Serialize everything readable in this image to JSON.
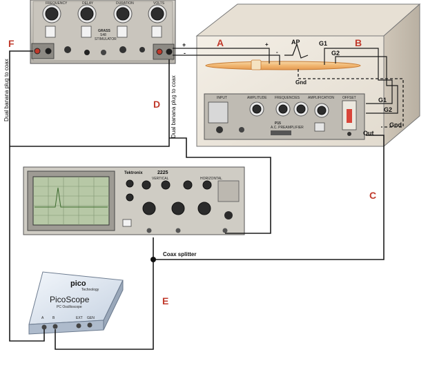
{
  "labels": {
    "A": "A",
    "B": "B",
    "C": "C",
    "D": "D",
    "E": "E",
    "F": "F"
  },
  "signals": {
    "ap": "AP",
    "g1": "G1",
    "g2": "G2",
    "gnd": "Gnd",
    "plus": "+",
    "minus": "-",
    "out": "Out"
  },
  "annotations": {
    "left_cable": "Dual banana plug to coax",
    "right_cable": "Dual banana plug to coax",
    "splitter": "Coax splitter"
  },
  "stimulator": {
    "brand": "GRASS",
    "model": "S48",
    "type": "STIMULATOR",
    "knob_labels": [
      "FREQUENCY",
      "DELAY",
      "DURATION",
      "VOLTS"
    ]
  },
  "amplifier": {
    "section_labels": [
      "INPUT",
      "AMPLITUDE",
      "FREQUENCIES",
      "AMPLIFICATION"
    ],
    "model": "P15",
    "type": "A.C. PREAMPLIFIER",
    "offset": "OFFSET"
  },
  "oscilloscope": {
    "brand": "Tektronix",
    "model": "2225",
    "sections": [
      "VERTICAL",
      "HORIZONTAL"
    ]
  },
  "picoscope": {
    "logo": "pico",
    "logo_sub": "Technology",
    "name": "PicoScope",
    "subtitle": "PC Oscilloscope",
    "port_labels": [
      "A",
      "B",
      "EXT",
      "GEN"
    ]
  }
}
